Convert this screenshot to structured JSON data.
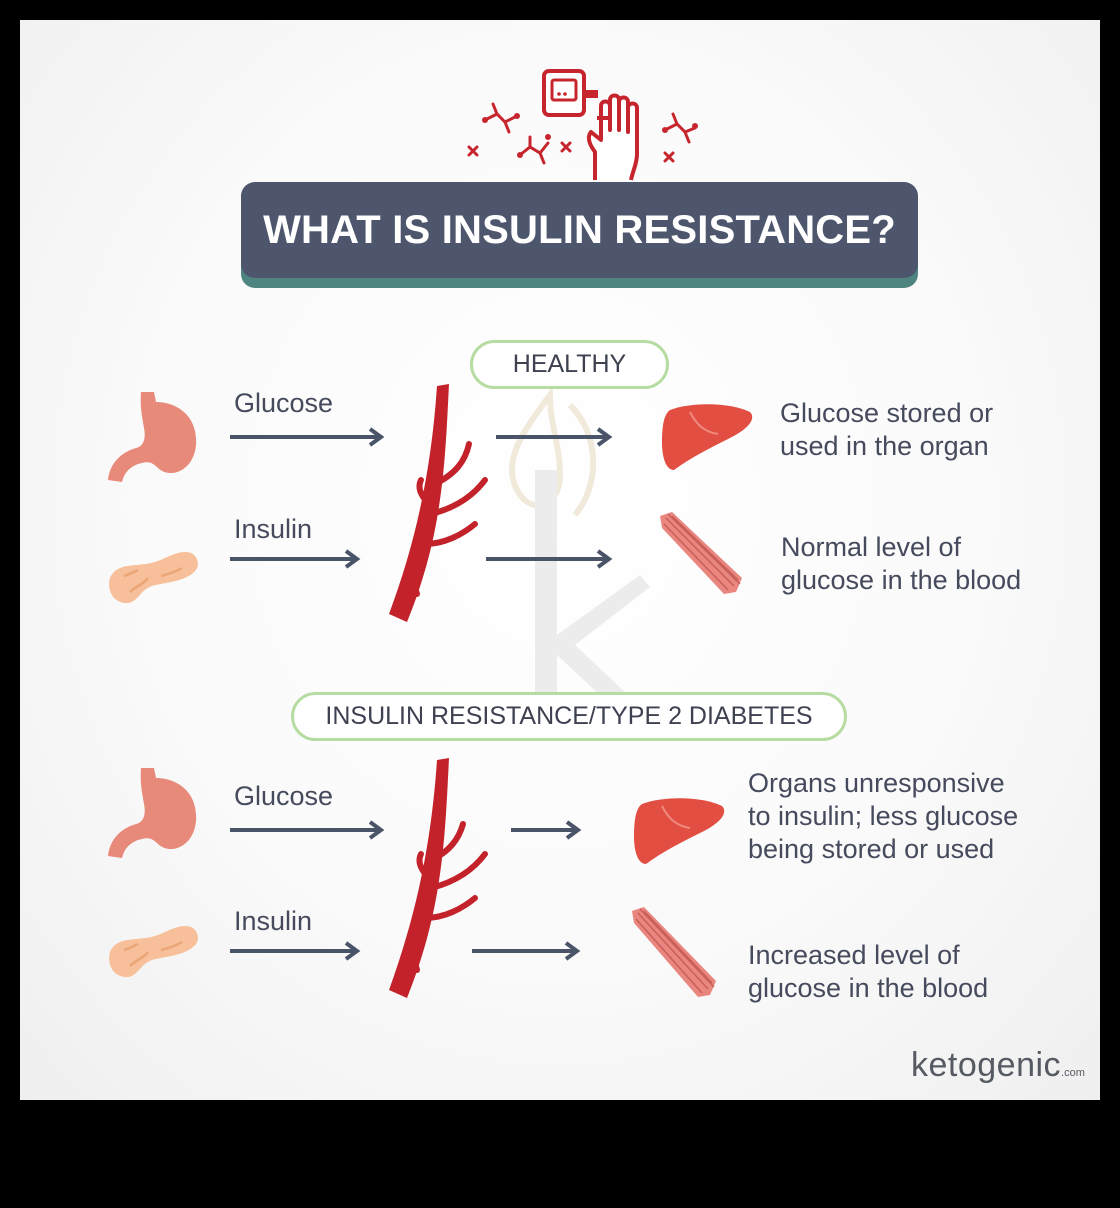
{
  "title": "WHAT IS INSULIN RESISTANCE?",
  "healthy": {
    "heading": "HEALTHY",
    "glucose_label": "Glucose",
    "insulin_label": "Insulin",
    "organ_text": [
      "Glucose stored or",
      "used in the organ"
    ],
    "blood_text": [
      "Normal level of",
      "glucose in the blood"
    ]
  },
  "resistance": {
    "heading": "INSULIN RESISTANCE/TYPE 2 DIABETES",
    "glucose_label": "Glucose",
    "insulin_label": "Insulin",
    "organ_text": [
      "Organs unresponsive",
      "to insulin; less glucose",
      "being stored or used"
    ],
    "blood_text": [
      "Increased level of",
      "glucose in the blood"
    ]
  },
  "logo": {
    "brand": "ketogenic",
    "suffix": ".com"
  },
  "colors": {
    "title_bg": "#4d566c",
    "title_shadow": "#4f8580",
    "pill_border": "#b6dca2",
    "vessel": "#c3222b",
    "arrow": "#4a5468",
    "text": "#454a5c",
    "stomach": "#e88a7a",
    "pancreas": "#f7c09a",
    "liver": "#e24e42",
    "muscle": "#e0716b"
  },
  "icons": [
    "molecule-icon",
    "glucose-meter-icon",
    "hand-icon",
    "stomach-icon",
    "pancreas-icon",
    "blood-vessel-icon",
    "liver-icon",
    "muscle-icon"
  ]
}
